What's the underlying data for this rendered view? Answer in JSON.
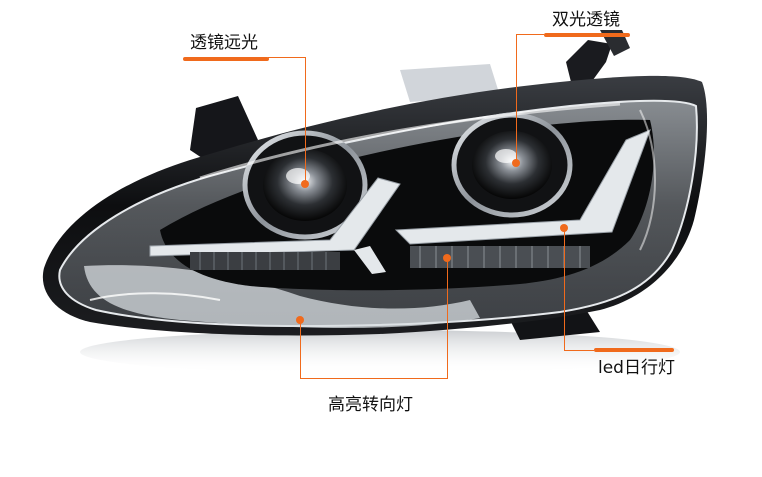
{
  "image": {
    "subject": "headlight-assembly-product-photo",
    "accent_color": "#f06a1c",
    "background_color": "#ffffff"
  },
  "labels": {
    "lens_high_beam": "透镜远光",
    "bi_xenon_lens": "双光透镜",
    "led_drl": "led日行灯",
    "turn_signal": "高亮转向灯"
  }
}
